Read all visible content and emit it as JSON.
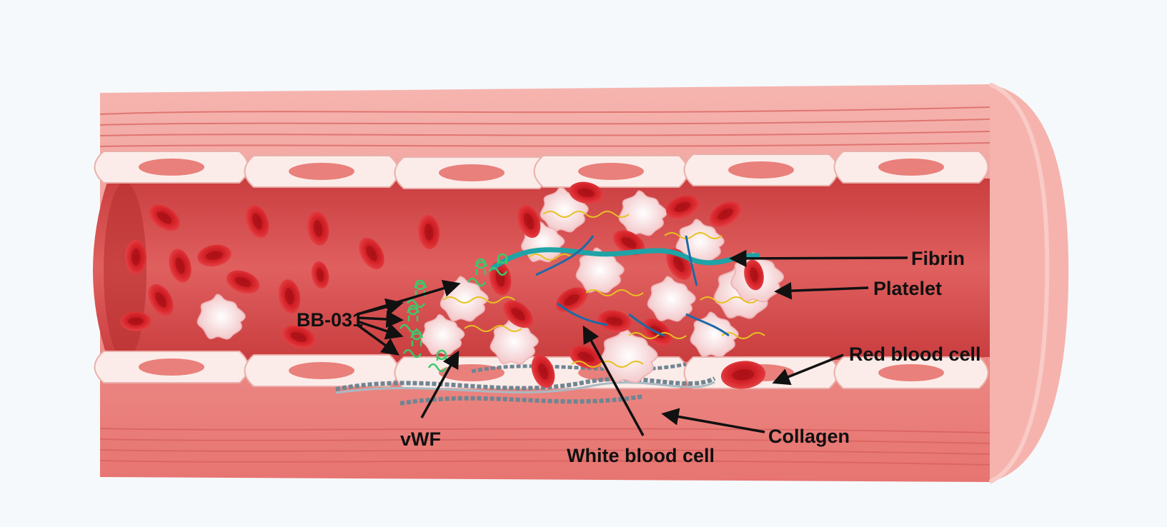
{
  "diagram": {
    "labels": {
      "bb031": "BB-031",
      "vwf": "vWF",
      "white_blood_cell": "White blood cell",
      "collagen": "Collagen",
      "red_blood_cell": "Red blood cell",
      "platelet": "Platelet",
      "fibrin": "Fibrin"
    },
    "colors": {
      "background": "#f5f9fc",
      "vessel_outer": "#f2a7a2",
      "vessel_wall": "#e46f6f",
      "lumen": "#d9504f",
      "endothelium": "#fbe9e6",
      "red_blood_cell": "#d11f24",
      "platelet": "#fbe7e8",
      "fibrin": "#1fa3a6",
      "collagen": "#6f8592",
      "aptamer": "#3ec86b",
      "vwf_strand": "#e6c221"
    }
  }
}
